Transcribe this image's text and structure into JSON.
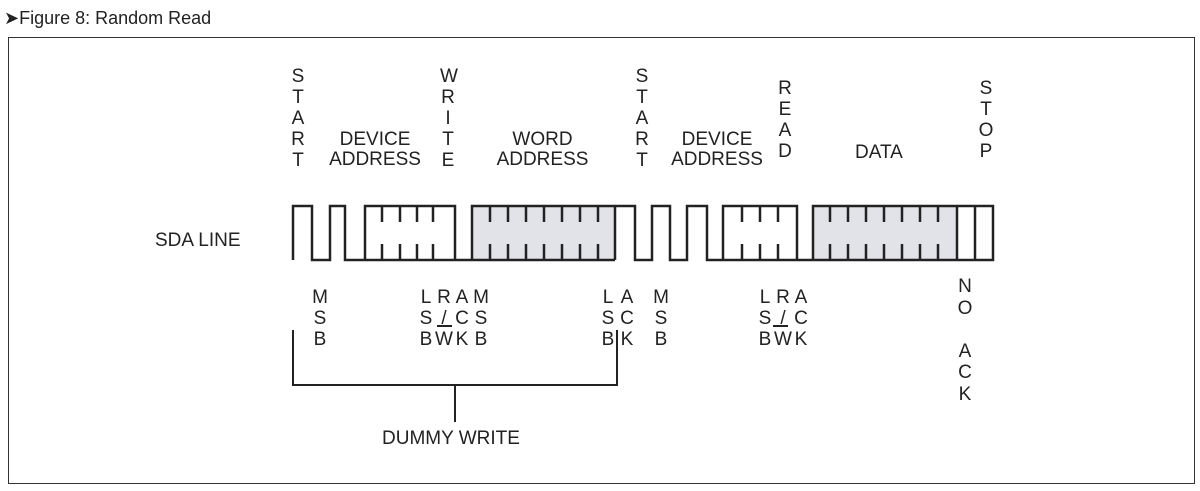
{
  "title": "Figure 8: Random Read",
  "top_labels": {
    "start1": "START",
    "device1": "DEVICE\nADDRESS",
    "write": "WRITE",
    "word": "WORD\nADDRESS",
    "start2": "START",
    "device2": "DEVICE\nADDRESS",
    "read": "READ",
    "data": "DATA",
    "stop": "STOP"
  },
  "sda_label": "SDA LINE",
  "bottom_labels": {
    "msb1": "MSB",
    "lsb1": "LSB",
    "rw1": "R/W",
    "ack1": "ACK",
    "msb1b": "MSB",
    "lsb2": "LSB",
    "ack2": "ACK",
    "msb2": "MSB",
    "lsb3": "LSB",
    "rw2": "R/W",
    "ack3": "ACK",
    "no_ack": "NO ACK"
  },
  "dummy_write": "DUMMY WRITE",
  "colors": {
    "shade": "#e1e3e8",
    "line": "#222222"
  }
}
